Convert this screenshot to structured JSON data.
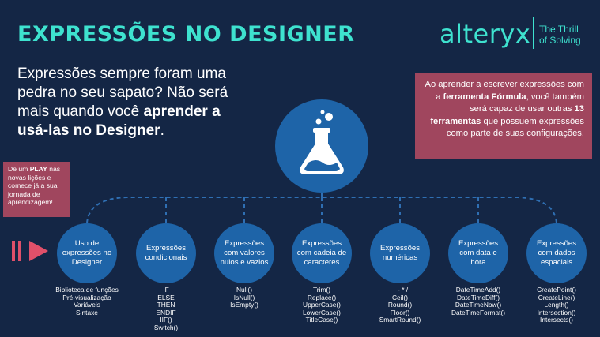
{
  "header": {
    "title": "EXPRESSÕES NO DESIGNER",
    "logo_text": "alteryx",
    "tagline_line1": "The Thrill",
    "tagline_line2": "of Solving"
  },
  "lead": {
    "text_plain": "Expressões sempre foram uma pedra no seu sapato? Não será mais quando você ",
    "text_bold": "aprender a usá-las no Designer",
    "text_end": "."
  },
  "right_box": {
    "part1": "Ao aprender a escrever expressões com a ",
    "bold1": "ferramenta Fórmula",
    "part2": ", você também será capaz de usar outras ",
    "bold2": "13 ferramentas",
    "part3": " que possuem expressões como parte de suas configurações."
  },
  "left_box": {
    "part1": "Dê um ",
    "bold": "PLAY",
    "part2": " nas novas lições e comece já a sua jornada de aprendizagem!"
  },
  "icons": {
    "flask": "flask-icon",
    "play": "play-icon"
  },
  "colors": {
    "background": "#142645",
    "accent": "#3ee2cf",
    "circle": "#1e64a8",
    "box": "#a0465e",
    "play": "#e0506a"
  },
  "topics": [
    {
      "label": "Uso de expressões no Designer",
      "items": [
        "Biblioteca de funções",
        "Pré-visualização",
        "Variáveis",
        "Sintaxe"
      ]
    },
    {
      "label": "Expressões condicionais",
      "items": [
        "IF",
        "ELSE",
        "THEN",
        "ENDIF",
        "IIF()",
        "Switch()"
      ]
    },
    {
      "label": "Expressões com valores nulos e vazios",
      "items": [
        "Null()",
        "IsNull()",
        "IsEmpty()"
      ]
    },
    {
      "label": "Expressões com cadeia de caracteres",
      "items": [
        "Trim()",
        "Replace()",
        "UpperCase()",
        "LowerCase()",
        "TitleCase()"
      ]
    },
    {
      "label": "Expressões numéricas",
      "items": [
        "+ - * /",
        "Ceil()",
        "Round()",
        "Floor()",
        "SmartRound()"
      ]
    },
    {
      "label": "Expressões com data e hora",
      "items": [
        "DateTimeAdd()",
        "DateTimeDiff()",
        "DateTimeNow()",
        "DateTimeFormat()"
      ]
    },
    {
      "label": "Expressões com dados espaciais",
      "items": [
        "CreatePoint()",
        "CreateLine()",
        "Length()",
        "Intersection()",
        "Intersects()"
      ]
    }
  ]
}
